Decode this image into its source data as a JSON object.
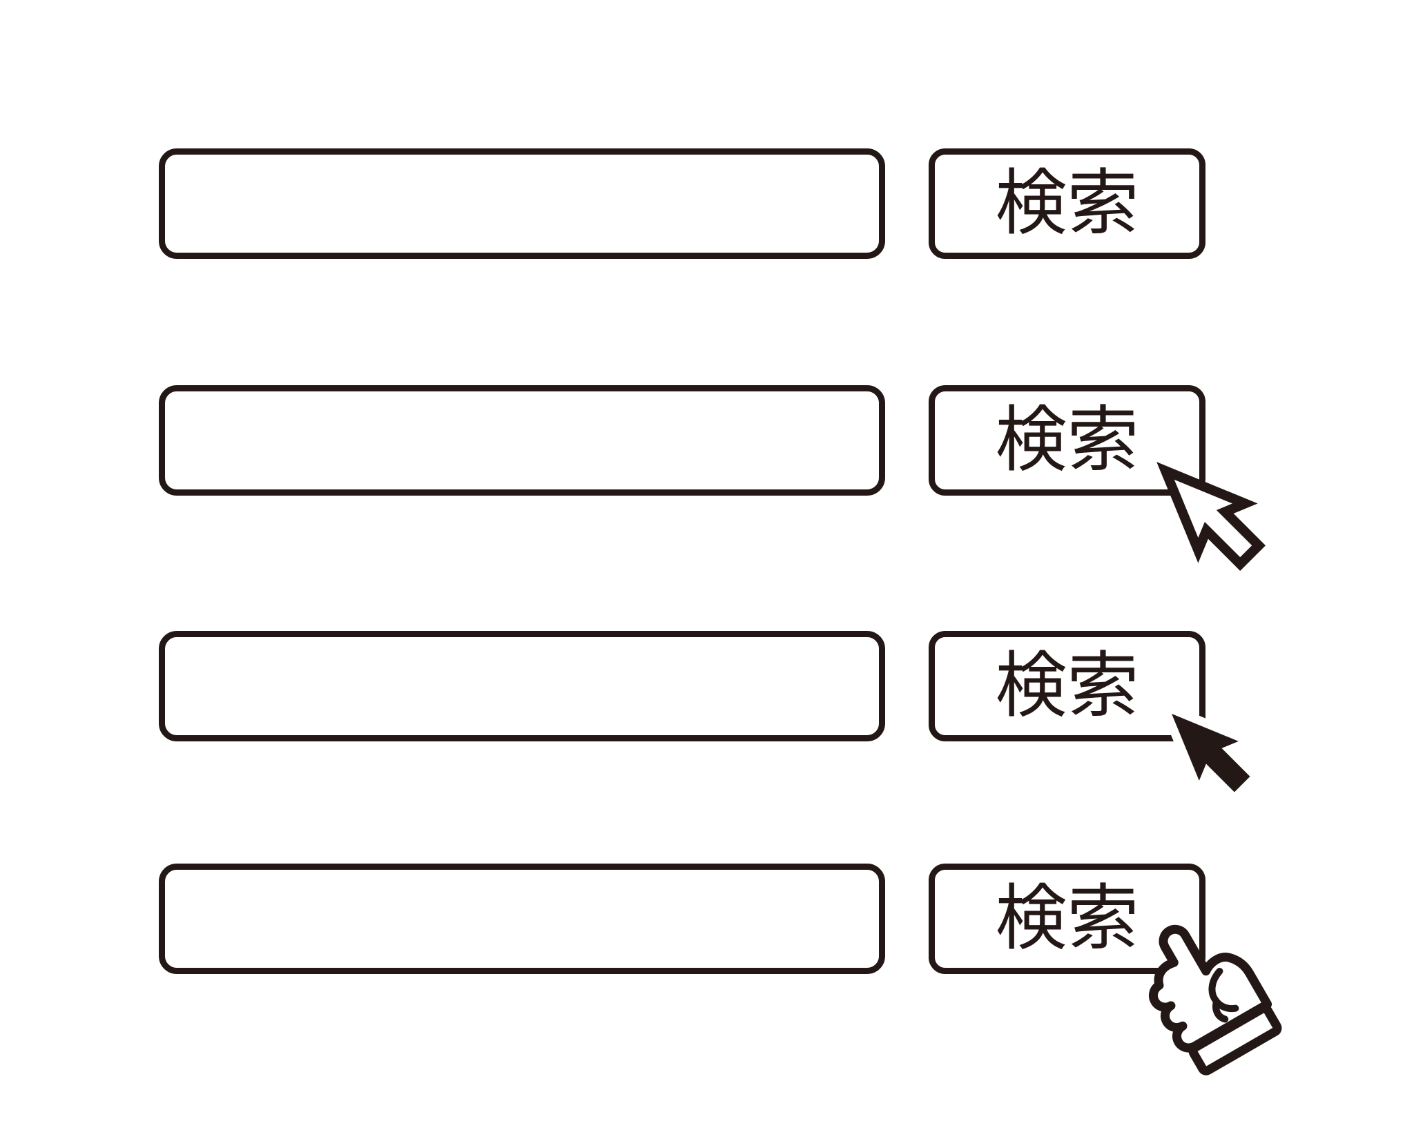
{
  "page": {
    "background_color": "#ffffff",
    "ink_color": "#231815"
  },
  "search_rows": [
    {
      "input_value": "",
      "button_label": "検索",
      "cursor_icon": "none"
    },
    {
      "input_value": "",
      "button_label": "検索",
      "cursor_icon": "arrow-outline-cursor-icon"
    },
    {
      "input_value": "",
      "button_label": "検索",
      "cursor_icon": "arrow-solid-cursor-icon"
    },
    {
      "input_value": "",
      "button_label": "検索",
      "cursor_icon": "hand-pointer-cursor-icon"
    }
  ]
}
